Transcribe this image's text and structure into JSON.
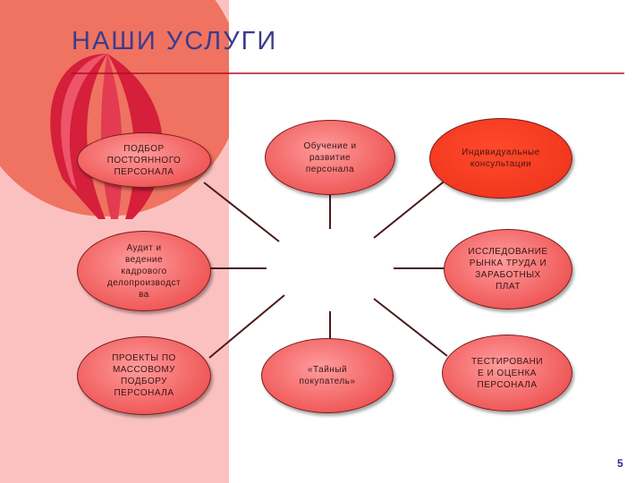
{
  "slide": {
    "title": "НАШИ УСЛУГИ",
    "page_number": "5"
  },
  "services": [
    {
      "id": "permanent-staff-selection",
      "label": "ПОДБОР\nПОСТОЯННОГО\nПЕРСОНАЛА"
    },
    {
      "id": "training",
      "label": "Обучение  и\nразвитие\nперсонала"
    },
    {
      "id": "individual-consultations",
      "label": "Индивидуальные\nконсультации"
    },
    {
      "id": "hr-audit",
      "label": "Аудит  и\nведение\nкадрового\nделопроизводст\nва"
    },
    {
      "id": "labor-market-research",
      "label": "ИССЛЕДОВАНИЕ\nРЫНКА ТРУДА И\nЗАРАБОТНЫХ\nПЛАТ"
    },
    {
      "id": "mass-recruitment",
      "label": "ПРОЕКТЫ ПО\nМАССОВОМУ\nПОДБОРУ\nПЕРСОНАЛА"
    },
    {
      "id": "mystery-shopper",
      "label": "«Тайный\nпокупатель»"
    },
    {
      "id": "testing-assessment",
      "label": "ТЕСТИРОВАНИ\nЕ И ОЦЕНКА\nПЕРСОНАЛА"
    }
  ],
  "colors": {
    "title": "#3b3c8e",
    "node_fill": "#f05a5a",
    "node_highlight_fill": "#f2381e",
    "left_panel": "#fbc1c1",
    "accent_circle": "#ef7360",
    "balloon": "#d51f3b",
    "title_rule": "#b01020"
  }
}
